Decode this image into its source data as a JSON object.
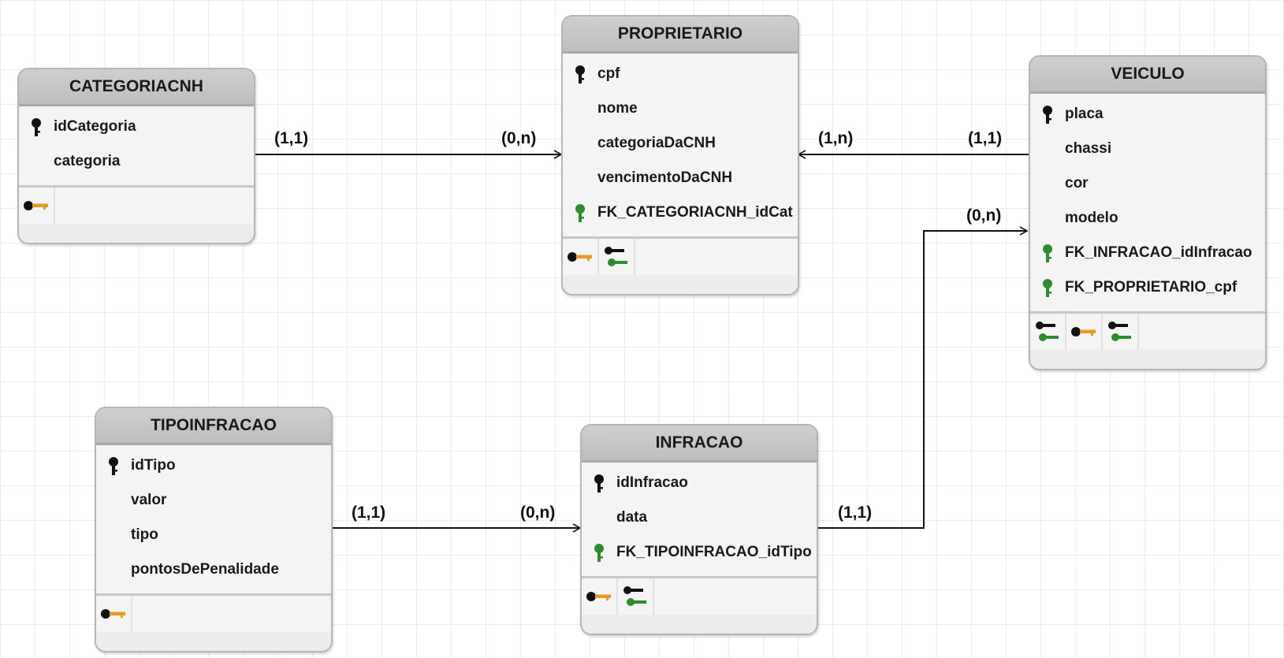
{
  "colors": {
    "header": "#c4c4c4",
    "pk_key": "#111111",
    "fk_key": "#2e8b2e",
    "index_key": "#e89a1c",
    "edge": "#111111"
  },
  "entities": {
    "categoriacnh": {
      "title": "CATEGORIACNH",
      "attrs": [
        "idCategoria",
        "categoria"
      ]
    },
    "proprietario": {
      "title": "PROPRIETARIO",
      "attrs": [
        "cpf",
        "nome",
        "categoriaDaCNH",
        "vencimentoDaCNH",
        "FK_CATEGORIACNH_idCat"
      ]
    },
    "veiculo": {
      "title": "VEICULO",
      "attrs": [
        "placa",
        "chassi",
        "cor",
        "modelo",
        "FK_INFRACAO_idInfracao",
        "FK_PROPRIETARIO_cpf"
      ]
    },
    "tipoinfracao": {
      "title": "TIPOINFRACAO",
      "attrs": [
        "idTipo",
        "valor",
        "tipo",
        "pontosDePenalidade"
      ]
    },
    "infracao": {
      "title": "INFRACAO",
      "attrs": [
        "idInfracao",
        "data",
        "FK_TIPOINFRACAO_idTipo"
      ]
    }
  },
  "edges": {
    "cat_prop": {
      "from_card": "(1,1)",
      "to_card": "(0,n)"
    },
    "veic_prop": {
      "from_card": "(1,1)",
      "to_card": "(1,n)"
    },
    "inf_veic": {
      "from_card": "(1,1)",
      "to_card": "(0,n)"
    },
    "tipo_inf": {
      "from_card": "(1,1)",
      "to_card": "(0,n)"
    }
  }
}
